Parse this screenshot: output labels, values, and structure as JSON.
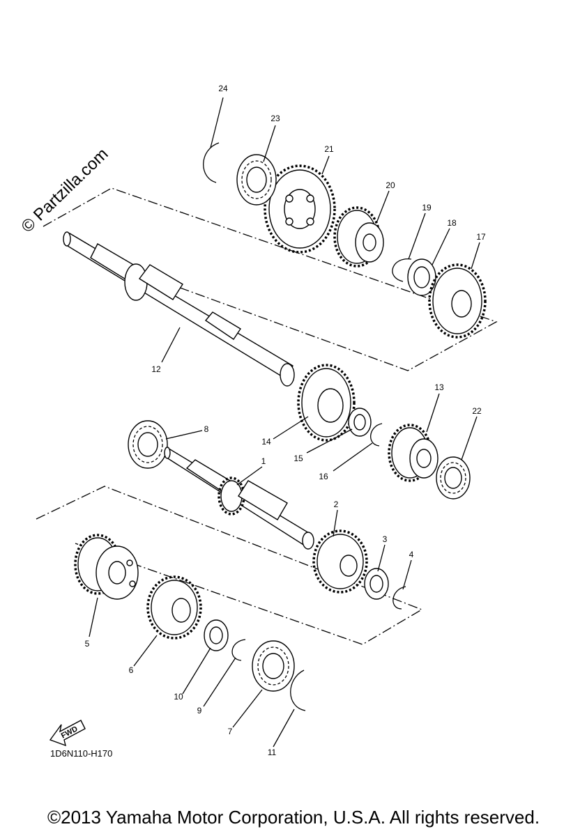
{
  "watermark": "© Partzilla.com",
  "diagram_code": "1D6N110-H170",
  "fwd_label": "FWD",
  "copyright": "©2013 Yamaha Motor Corporation, U.S.A. All rights reserved.",
  "callouts": {
    "c1": "1",
    "c2": "2",
    "c3": "3",
    "c4": "4",
    "c5": "5",
    "c6": "6",
    "c7": "7",
    "c8": "8",
    "c9": "9",
    "c10": "10",
    "c11": "11",
    "c12": "12",
    "c13": "13",
    "c14": "14",
    "c15": "15",
    "c16": "16",
    "c17": "17",
    "c18": "18",
    "c19": "19",
    "c20": "20",
    "c21": "21",
    "c22": "22",
    "c23": "23",
    "c24": "24"
  }
}
